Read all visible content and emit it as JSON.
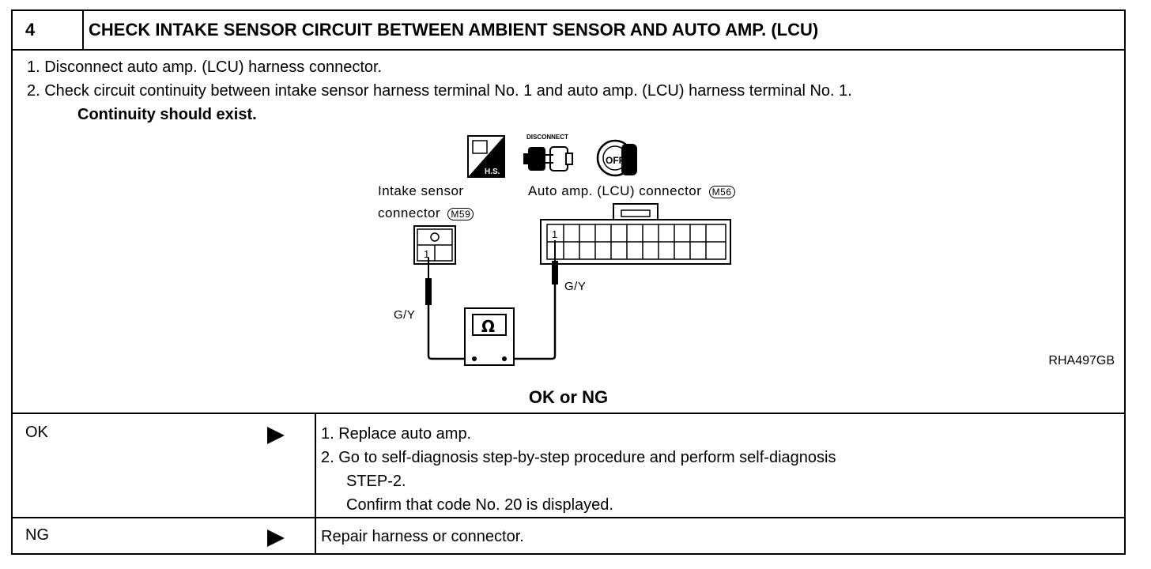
{
  "header": {
    "step_number": "4",
    "title": "CHECK INTAKE SENSOR CIRCUIT BETWEEN AMBIENT SENSOR AND AUTO AMP. (LCU)"
  },
  "steps": [
    "1.  Disconnect auto amp. (LCU) harness connector.",
    "2.  Check circuit continuity between intake sensor harness terminal No. 1 and auto amp. (LCU) harness terminal No. 1."
  ],
  "continuity_note": "Continuity should exist.",
  "figure": {
    "hs_label": "H.S.",
    "disconnect_label": "DISCONNECT",
    "key_label": "OFF",
    "intake_label_line1": "Intake sensor",
    "intake_label_line2": "connector",
    "intake_connector_id": "M59",
    "auto_amp_label": "Auto amp. (LCU) connector",
    "auto_amp_connector_id": "M56",
    "terminal_number": "1",
    "wire_color_left": "G/Y",
    "wire_color_right": "G/Y",
    "ohm_symbol": "Ω",
    "figure_code": "RHA497GB"
  },
  "ok_ng_label": "OK or NG",
  "results": {
    "ok": {
      "label": "OK",
      "lines": [
        "1.  Replace auto amp.",
        "2.  Go to self-diagnosis step-by-step procedure and perform self-diagnosis",
        "STEP-2.",
        "Confirm that code No. 20 is displayed."
      ]
    },
    "ng": {
      "label": "NG",
      "text": "Repair harness or connector."
    }
  }
}
